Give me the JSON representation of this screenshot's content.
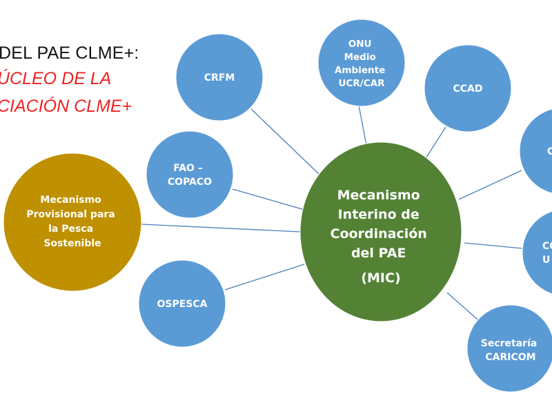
{
  "title": {
    "line1": "DEL PAE CLME+:",
    "line2": "ÚCLEO DE LA",
    "line3": "CIACIÓN CLME+"
  },
  "colors": {
    "hub": "#548235",
    "partner": "#5b9bd5",
    "fisheries": "#bf9000",
    "connector": "#4a7ebb",
    "title_black": "#111111",
    "title_red": "#ee2222",
    "label": "#ffffff"
  },
  "hub": {
    "lines": [
      "Mecanismo",
      "Interino de",
      "Coordinación",
      "del PAE"
    ],
    "acronym": "(MIC)"
  },
  "nodes": [
    {
      "id": "fisheries",
      "lines": [
        "Mecanismo",
        "Provisional para",
        "la  Pesca",
        "Sostenible"
      ]
    },
    {
      "id": "crfm",
      "lines": [
        "CRFM"
      ]
    },
    {
      "id": "fao",
      "lines": [
        "FAO –",
        "COPACO"
      ]
    },
    {
      "id": "ospesca",
      "lines": [
        "OSPESCA"
      ]
    },
    {
      "id": "onu",
      "lines": [
        "ONU",
        "Medio",
        "Ambiente",
        "UCR/CAR"
      ]
    },
    {
      "id": "ccad",
      "lines": [
        "CCAD"
      ]
    },
    {
      "id": "right-top",
      "lines": [
        "C"
      ]
    },
    {
      "id": "right-mid",
      "lines": [
        "CO",
        "U"
      ]
    },
    {
      "id": "caricom",
      "lines": [
        "Secretaría",
        "CARICOM"
      ]
    }
  ]
}
